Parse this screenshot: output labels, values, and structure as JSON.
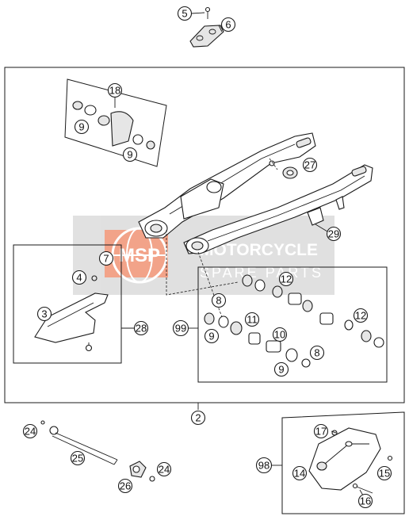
{
  "watermark": {
    "logo_text": "MSP",
    "brand_line1": "MOTORCYCLE",
    "brand_line2": "SPARE PARTS",
    "logo_color": "#e8582a",
    "band_color": "#c8c8c8"
  },
  "callouts": {
    "c5": "5",
    "c6": "6",
    "c18": "18",
    "c9a": "9",
    "c9b": "9",
    "c27": "27",
    "c29": "29",
    "c7": "7",
    "c4": "4",
    "c3": "3",
    "c28": "28",
    "c12a": "12",
    "c8a": "8",
    "c11": "11",
    "c99": "99",
    "c9c": "9",
    "c10": "10",
    "c12b": "12",
    "c8b": "8",
    "c9d": "9",
    "c2": "2",
    "c24a": "24",
    "c25": "25",
    "c26": "26",
    "c24b": "24",
    "c17": "17",
    "c98": "98",
    "c14": "14",
    "c15": "15",
    "c16": "16"
  }
}
